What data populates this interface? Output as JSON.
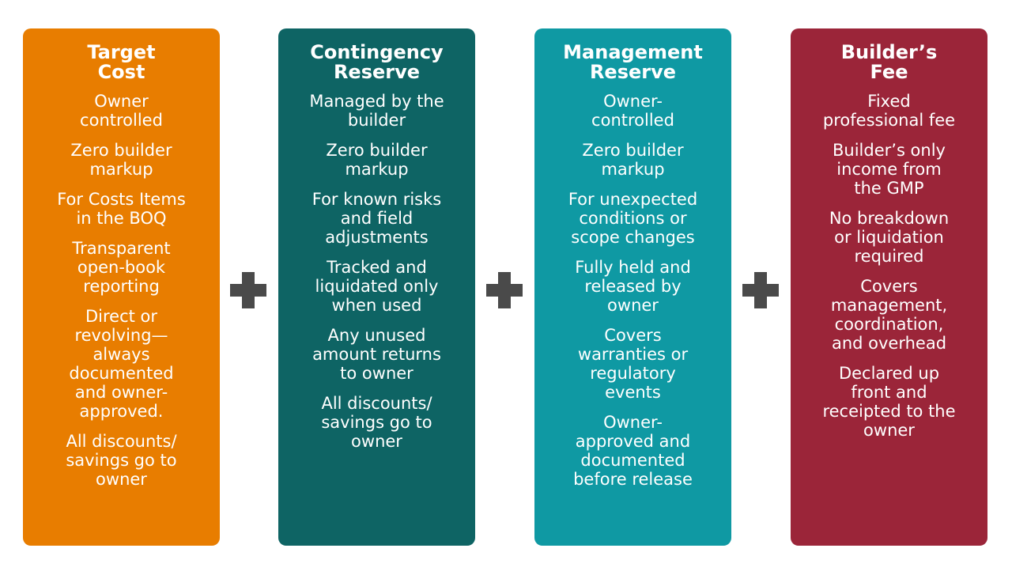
{
  "colors": {
    "target_cost": "#E87D00",
    "contingency_reserve": "#0E6464",
    "management_reserve": "#0F99A3",
    "builders_fee": "#9B2539",
    "plus": "#4A4A4A"
  },
  "plus_icon": "plus-icon",
  "cards": [
    {
      "title": "Target\nCost",
      "items": [
        "Owner\ncontrolled",
        "Zero builder\nmarkup",
        "For Costs Items\nin the BOQ",
        "Transparent\nopen-book\nreporting",
        "Direct or\nrevolving—\nalways\ndocumented\nand owner-\napproved.",
        "All discounts/\nsavings go to\nowner"
      ]
    },
    {
      "title": "Contingency\nReserve",
      "items": [
        "Managed by the\nbuilder",
        "Zero builder\nmarkup",
        "For known risks\nand field\nadjustments",
        "Tracked and\nliquidated only\nwhen used",
        "Any unused\namount returns\nto owner",
        "All discounts/\nsavings go to\nowner"
      ]
    },
    {
      "title": "Management\nReserve",
      "items": [
        "Owner-\ncontrolled",
        "Zero builder\nmarkup",
        "For unexpected\nconditions or\nscope changes",
        "Fully held and\nreleased by\nowner",
        "Covers\nwarranties or\nregulatory\nevents",
        "Owner-\napproved and\ndocumented\nbefore release"
      ]
    },
    {
      "title": "Builder’s\nFee",
      "items": [
        "Fixed\nprofessional fee",
        "Builder’s only\nincome from\nthe GMP",
        "No breakdown\nor liquidation\nrequired",
        "Covers\nmanagement,\ncoordination,\nand overhead",
        "Declared up\nfront and\nreceipted to the\nowner"
      ]
    }
  ]
}
